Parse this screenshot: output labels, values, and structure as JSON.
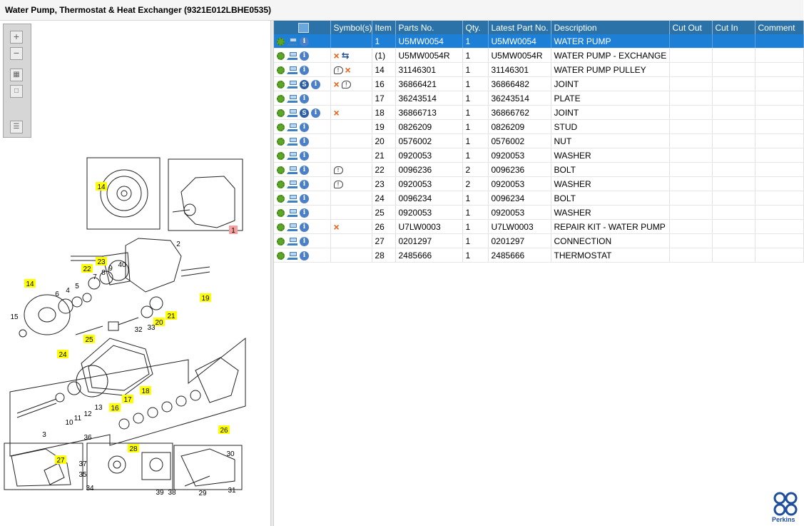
{
  "window": {
    "title": "Water Pump, Thermostat & Heat Exchanger (9321E012LBHE0535)"
  },
  "columns": [
    "Symbol(s)",
    "Item",
    "Parts No.",
    "Qty.",
    "Latest Part No.",
    "Description",
    "Cut Out",
    "Cut In",
    "Comment"
  ],
  "rows": [
    {
      "item": "1",
      "parts_no": "U5MW0054",
      "qty": "1",
      "latest": "U5MW0054",
      "desc": "WATER PUMP"
    },
    {
      "item": "(1)",
      "parts_no": "U5MW0054R",
      "qty": "1",
      "latest": "U5MW0054R",
      "desc": "WATER PUMP - EXCHANGE"
    },
    {
      "item": "14",
      "parts_no": "31146301",
      "qty": "1",
      "latest": "31146301",
      "desc": "WATER PUMP PULLEY"
    },
    {
      "item": "16",
      "parts_no": "36866421",
      "qty": "1",
      "latest": "36866482",
      "desc": "JOINT"
    },
    {
      "item": "17",
      "parts_no": "36243514",
      "qty": "1",
      "latest": "36243514",
      "desc": "PLATE"
    },
    {
      "item": "18",
      "parts_no": "36866713",
      "qty": "1",
      "latest": "36866762",
      "desc": "JOINT"
    },
    {
      "item": "19",
      "parts_no": "0826209",
      "qty": "1",
      "latest": "0826209",
      "desc": "STUD"
    },
    {
      "item": "20",
      "parts_no": "0576002",
      "qty": "1",
      "latest": "0576002",
      "desc": "NUT"
    },
    {
      "item": "21",
      "parts_no": "0920053",
      "qty": "1",
      "latest": "0920053",
      "desc": "WASHER"
    },
    {
      "item": "22",
      "parts_no": "0096236",
      "qty": "2",
      "latest": "0096236",
      "desc": "BOLT"
    },
    {
      "item": "23",
      "parts_no": "0920053",
      "qty": "2",
      "latest": "0920053",
      "desc": "WASHER"
    },
    {
      "item": "24",
      "parts_no": "0096234",
      "qty": "1",
      "latest": "0096234",
      "desc": "BOLT"
    },
    {
      "item": "25",
      "parts_no": "0920053",
      "qty": "1",
      "latest": "0920053",
      "desc": "WASHER"
    },
    {
      "item": "26",
      "parts_no": "U7LW0003",
      "qty": "1",
      "latest": "U7LW0003",
      "desc": "REPAIR KIT - WATER PUMP"
    },
    {
      "item": "27",
      "parts_no": "0201297",
      "qty": "1",
      "latest": "0201297",
      "desc": "CONNECTION"
    },
    {
      "item": "28",
      "parts_no": "2485666",
      "qty": "1",
      "latest": "2485666",
      "desc": "THERMOSTAT"
    }
  ],
  "drawing_labels": {
    "l1": "14",
    "l2": "1",
    "l3": "2",
    "l4": "23",
    "l5": "22",
    "l6": "40",
    "l7": "9",
    "l8": "8",
    "l9": "19",
    "l10": "14",
    "l11": "6",
    "l12": "4",
    "l13": "5",
    "l14": "7",
    "l15": "15",
    "l16": "21",
    "l17": "20",
    "l18": "33",
    "l19": "32",
    "l20": "25",
    "l21": "24",
    "l22": "18",
    "l23": "17",
    "l24": "16",
    "l25": "13",
    "l26": "12",
    "l27": "11",
    "l28": "10",
    "l29": "3",
    "l30": "26",
    "l31": "27",
    "l32": "28",
    "l33": "36",
    "l34": "37",
    "l35": "35",
    "l36": "34",
    "l37": "39",
    "l38": "38",
    "l39": "29",
    "l40": "30",
    "l41": "31"
  },
  "brand": {
    "name": "Perkins"
  }
}
